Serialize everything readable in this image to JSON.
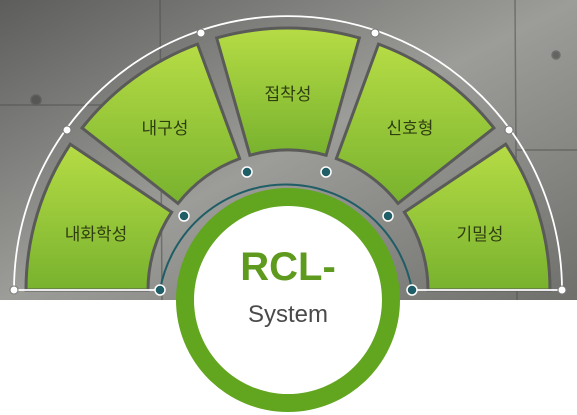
{
  "diagram": {
    "segments": [
      {
        "label": "내화학성"
      },
      {
        "label": "내구성"
      },
      {
        "label": "접착성"
      },
      {
        "label": "신호형"
      },
      {
        "label": "기밀성"
      }
    ],
    "center": {
      "title": "RCL-",
      "subtitle": "System"
    },
    "colors": {
      "segment_light": "#a9d43a",
      "segment_dark": "#6da82c",
      "ring": "#62a51f",
      "node": "#1f5e66",
      "line": "#ffffff",
      "background": "#8a8a88"
    }
  }
}
